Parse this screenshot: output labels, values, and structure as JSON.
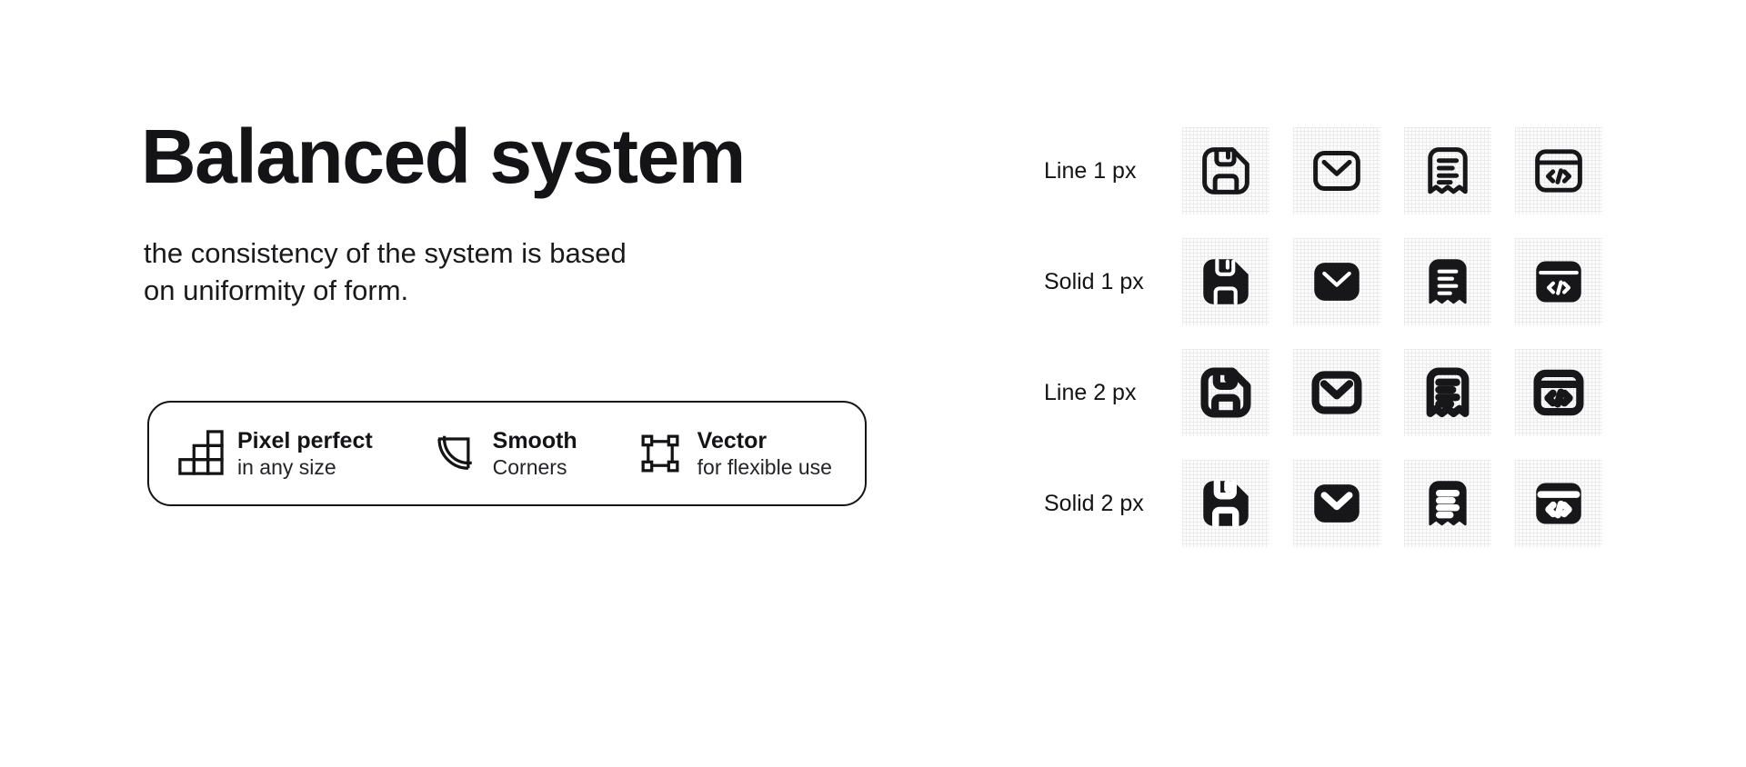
{
  "page": {
    "background": "#ffffff",
    "text_color": "#141416",
    "icon_color": "#17171a",
    "tile_grid_line_color": "#ebebeb"
  },
  "hero": {
    "title": "Balanced system",
    "subtitle_line1": "the consistency of the system is based",
    "subtitle_line2": "on uniformity of form."
  },
  "features": [
    {
      "icon": "pixel-grid-icon",
      "title": "Pixel perfect",
      "subtitle": "in any size"
    },
    {
      "icon": "smooth-corner-icon",
      "title": "Smooth",
      "subtitle": "Corners"
    },
    {
      "icon": "vector-frame-icon",
      "title": "Vector",
      "subtitle": "for flexible use"
    }
  ],
  "icon_grid": {
    "rows": [
      {
        "label": "Line 1 px",
        "style": "line",
        "weight": "1px"
      },
      {
        "label": "Solid 1 px",
        "style": "solid",
        "weight": "1px"
      },
      {
        "label": "Line 2 px",
        "style": "line",
        "weight": "2px"
      },
      {
        "label": "Solid 2 px",
        "style": "solid",
        "weight": "2px"
      }
    ],
    "icons": [
      "save-icon",
      "mail-icon",
      "receipt-icon",
      "code-window-icon"
    ]
  }
}
